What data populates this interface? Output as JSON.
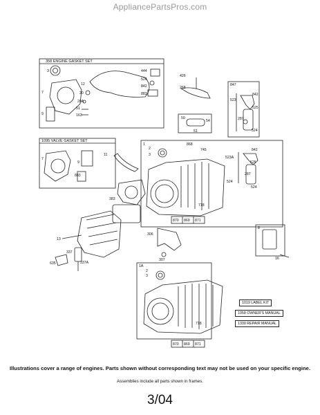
{
  "header": {
    "site": "AppliancePartsPros.com"
  },
  "groups": {
    "engine_gasket": "358 ENGINE GASKET SET",
    "valve_gasket": "1095 VALVE GASKET SET"
  },
  "kits": {
    "label_kit": "1019 LABEL KIT",
    "owners_manual": "1058 OWNER'S MANUAL",
    "repair_manual": "1330 REPAIR MANUAL"
  },
  "frames": {
    "f1": "1",
    "f1a": "1A",
    "f8": "8",
    "f50": "50",
    "f847": "847"
  },
  "parts": {
    "p3a": "3",
    "p7a": "7",
    "p9a": "9",
    "p12": "12",
    "p20": "20",
    "p20a": "20A",
    "p51a": "51",
    "p163": "163",
    "p444": "444",
    "p524a": "524",
    "p842a": "842",
    "p883a": "883",
    "p426": "426",
    "p268": "268",
    "p54": "54",
    "p51b": "51",
    "p523": "523",
    "p842b": "842",
    "p525a": "525",
    "p287a": "287",
    "p524b": "524",
    "p7b": "7",
    "p9b": "9",
    "p883b": "883",
    "p11": "11",
    "p2a": "2",
    "p3b": "3",
    "p868": "868",
    "p745": "745",
    "p523a": "523A",
    "p842c": "842",
    "p525b": "525",
    "p287b": "287",
    "p524c": "524",
    "p524d": "524",
    "p383": "383",
    "p718a": "718",
    "p870a": "870",
    "p869a": "869",
    "p871a": "871",
    "p13": "13",
    "p337": "337",
    "p337a": "337A",
    "p635": "635",
    "p306": "306",
    "p307": "307",
    "p16": "16",
    "p2b": "2",
    "p3c": "3",
    "p718b": "718",
    "p870b": "870",
    "p869b": "869",
    "p871b": "871"
  },
  "footer": {
    "disclaimer": "Illustrations cover a range of engines. Parts shown without corresponding text may not be used on your specific engine.",
    "assemblies": "Assemblies include all parts shown in frames.",
    "date": "3/04"
  }
}
